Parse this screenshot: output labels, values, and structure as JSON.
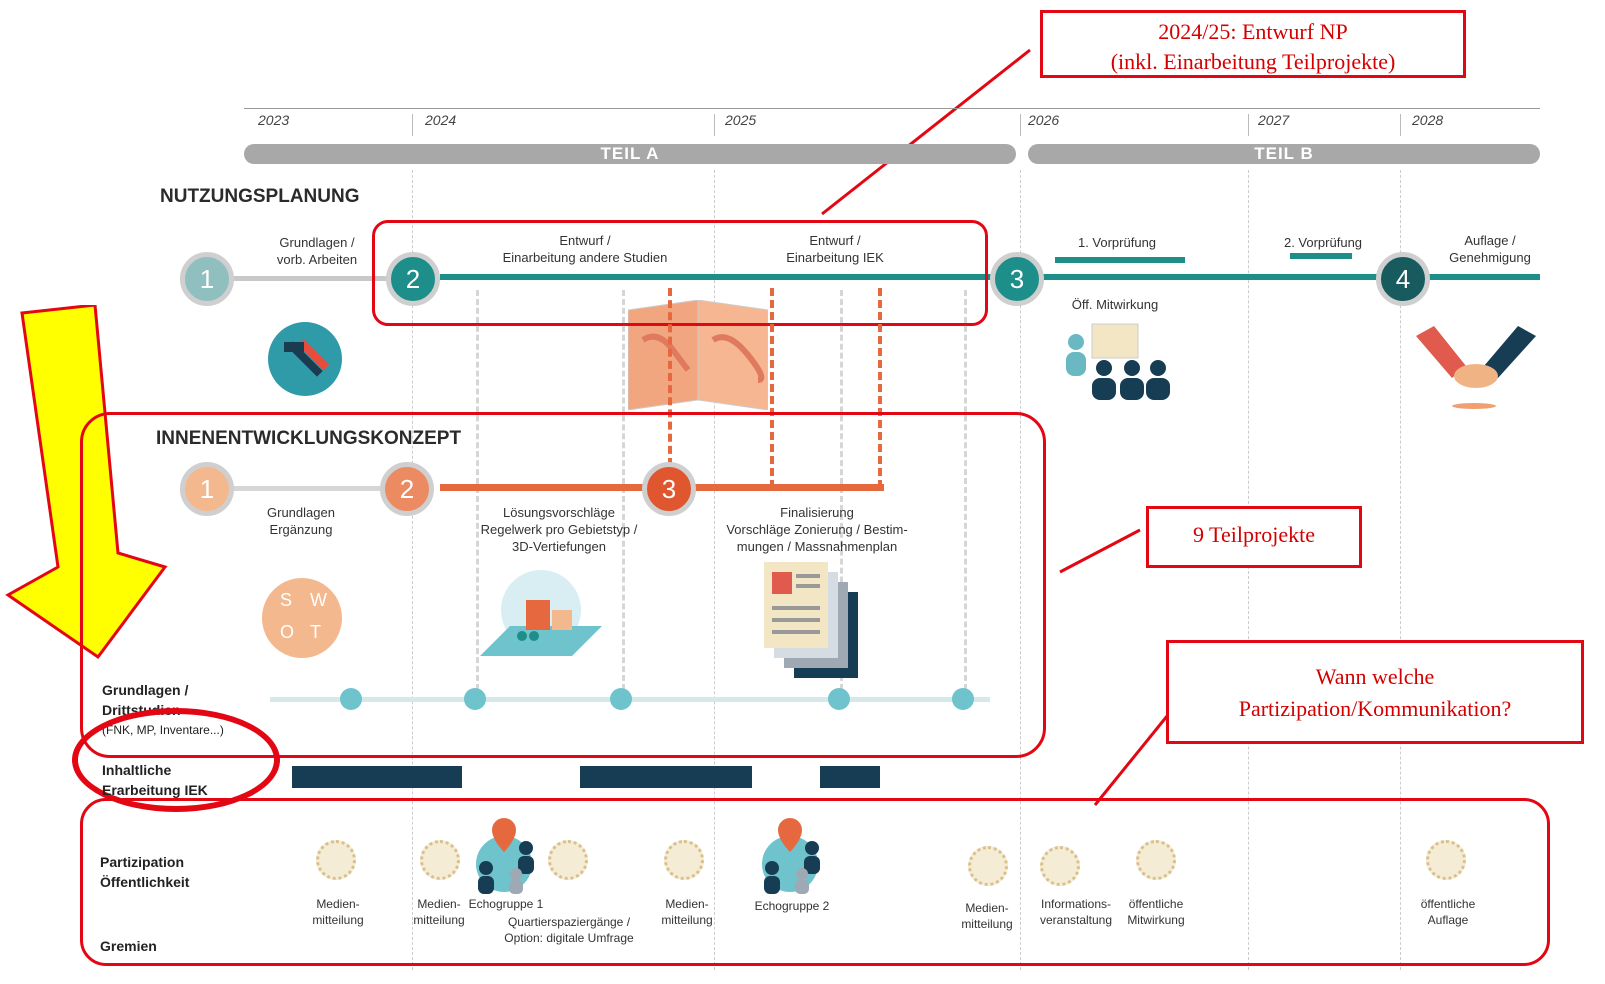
{
  "callouts": {
    "top_line1": "2024/25: Entwurf NP",
    "top_line2": "(inkl. Einarbeitung Teilprojekte)",
    "teilprojekte": "9 Teilprojekte",
    "partizipation_line1": "Wann welche",
    "partizipation_line2": "Partizipation/Kommunikation?"
  },
  "timeline": {
    "years": [
      "2023",
      "2024",
      "2025",
      "2026",
      "2027",
      "2028"
    ],
    "teil_a": "TEIL A",
    "teil_b": "TEIL B"
  },
  "nutzungsplanung": {
    "title": "NUTZUNGSPLANUNG",
    "steps": [
      "1",
      "2",
      "3",
      "4"
    ],
    "labels": {
      "grundlagen_1": "Grundlagen /",
      "grundlagen_2": "vorb. Arbeiten",
      "entwurf_a_1": "Entwurf /",
      "entwurf_a_2": "Einarbeitung andere Studien",
      "entwurf_b_1": "Entwurf /",
      "entwurf_b_2": "Einarbeitung IEK",
      "vorpruefung1": "1. Vorprüfung",
      "vorpruefung2": "2. Vorprüfung",
      "mitwirkung": "Öff. Mitwirkung",
      "auflage_1": "Auflage /",
      "auflage_2": "Genehmigung"
    }
  },
  "iek": {
    "title": "INNENENTWICKLUNGSKONZEPT",
    "steps": [
      "1",
      "2",
      "3"
    ],
    "labels": {
      "grundlagen_1": "Grundlagen",
      "grundlagen_2": "Ergänzung",
      "loesung_1": "Lösungsvorschläge",
      "loesung_2": "Regelwerk pro Gebietstyp  /",
      "loesung_3": "3D-Vertiefungen",
      "final_1": "Finalisierung",
      "final_2": "Vorschläge Zonierung / Bestim-",
      "final_3": "mungen / Massnahmenplan"
    },
    "swot": [
      "S",
      "W",
      "O",
      "T"
    ]
  },
  "rows": {
    "grundlagen_1": "Grundlagen /",
    "grundlagen_2": "Drittstudien",
    "grundlagen_3": "(FNK, MP, Inventare...)",
    "inhaltlich_1": "Inhaltliche",
    "inhaltlich_2": "Erarbeitung IEK",
    "partizipation_1": "Partizipation",
    "partizipation_2": "Öffentlichkeit",
    "gremien": "Gremien"
  },
  "partizipation": {
    "m1_1": "Medien-",
    "m1_2": "mitteilung",
    "m2_1": "Medien-",
    "m2_2": "mitteilung",
    "echo1": "Echogruppe 1",
    "quartier_1": "Quartierspaziergänge /",
    "quartier_2": "Option: digitale Umfrage",
    "m3_1": "Medien-",
    "m3_2": "mitteilung",
    "echo2": "Echogruppe 2",
    "m4_1": "Medien-",
    "m4_2": "mitteilung",
    "info_1": "Informations-",
    "info_2": "veranstaltung",
    "oeff_1": "öffentliche",
    "oeff_2": "Mitwirkung",
    "auflage_1": "öffentliche",
    "auflage_2": "Auflage"
  }
}
